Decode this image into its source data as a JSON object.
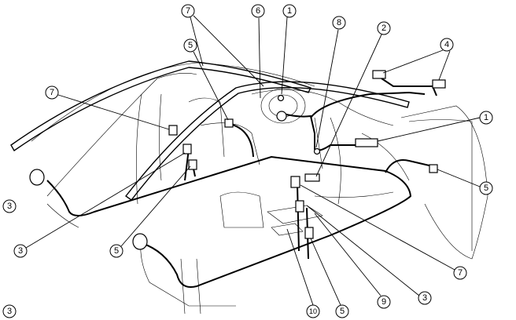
{
  "diagram": {
    "callouts": [
      {
        "id": "c7a",
        "text": "7"
      },
      {
        "id": "c6",
        "text": "6"
      },
      {
        "id": "c1a",
        "text": "1"
      },
      {
        "id": "c8",
        "text": "8"
      },
      {
        "id": "c2",
        "text": "2"
      },
      {
        "id": "c4",
        "text": "4"
      },
      {
        "id": "c5a",
        "text": "5"
      },
      {
        "id": "c7b",
        "text": "7"
      },
      {
        "id": "c1b",
        "text": "1"
      },
      {
        "id": "c5b",
        "text": "5"
      },
      {
        "id": "c3a",
        "text": "3"
      },
      {
        "id": "c3b",
        "text": "3"
      },
      {
        "id": "c5c",
        "text": "5"
      },
      {
        "id": "c7c",
        "text": "7"
      },
      {
        "id": "c3c",
        "text": "3"
      },
      {
        "id": "c10",
        "text": "10"
      },
      {
        "id": "c5d",
        "text": "5"
      },
      {
        "id": "c9",
        "text": "9"
      },
      {
        "id": "c3d",
        "text": "3"
      }
    ]
  }
}
